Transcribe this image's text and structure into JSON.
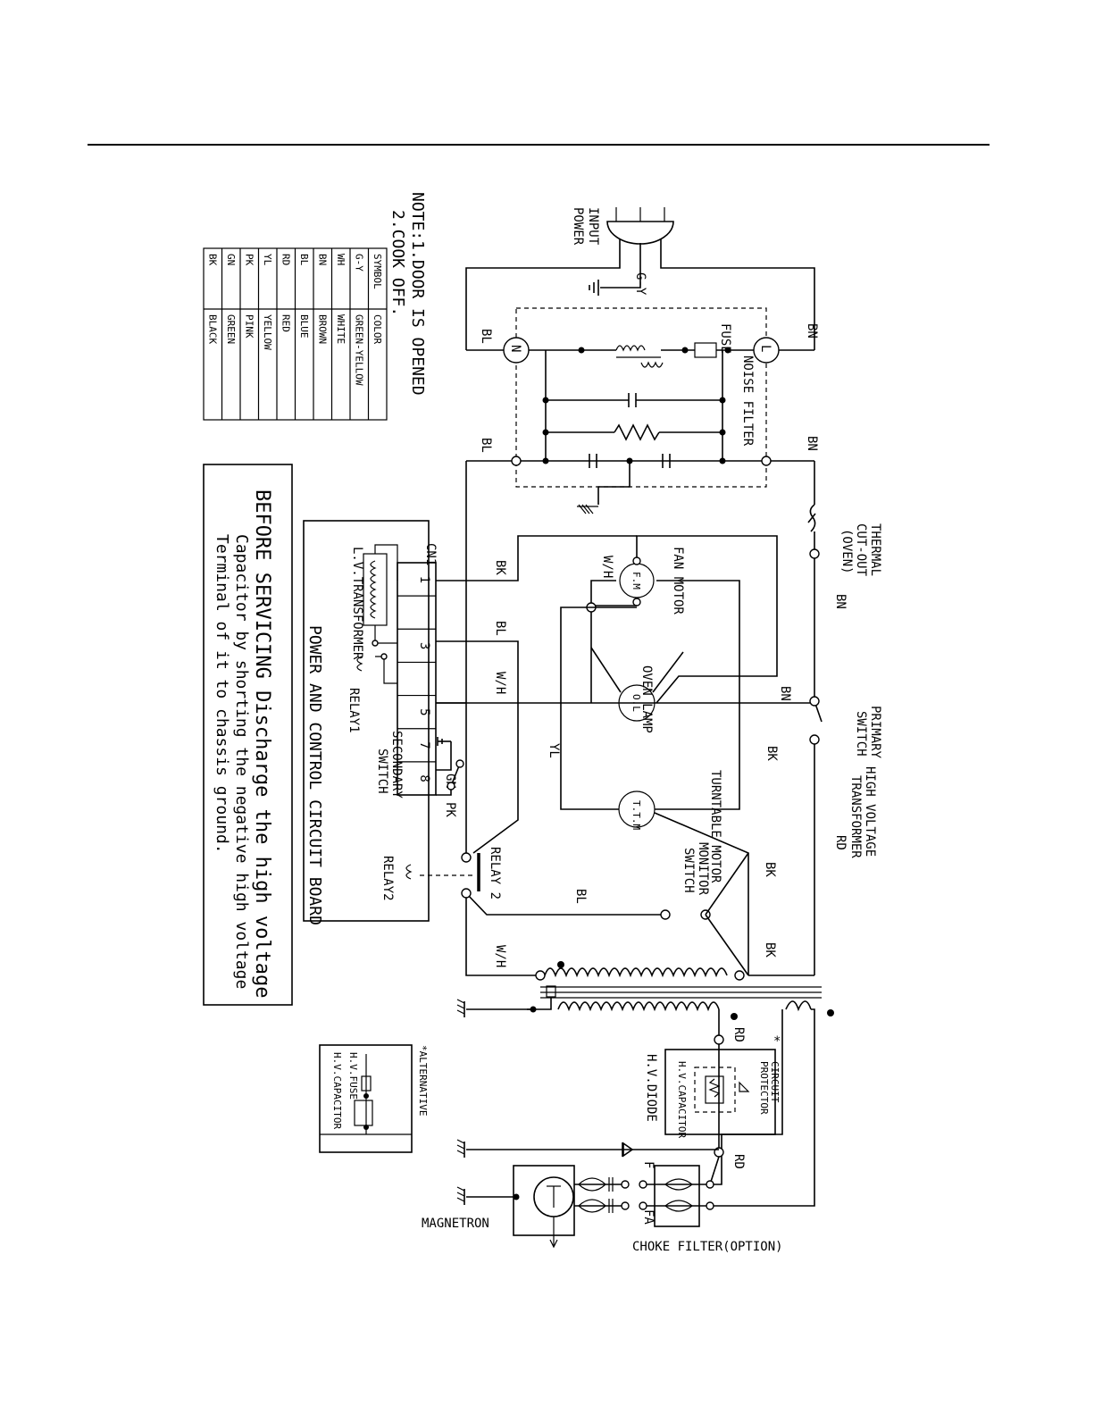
{
  "labels": {
    "input_power": [
      "INPUT",
      "POWER"
    ],
    "g_y": "G-Y",
    "bl": "BL",
    "bn": "BN",
    "bk": "BK",
    "wh": "W/H",
    "yl": "YL",
    "rd": "RD",
    "gn": "GN",
    "pk": "PK",
    "fuse": "FUSE",
    "noise_filter": "NOISE FILTER",
    "n_term": "N",
    "l_term": "L",
    "thermal_cutout": [
      "THERMAL",
      "CUT-OUT",
      "(OVEN)"
    ],
    "fan_motor": "FAN  MOTOR",
    "fm": "F.M",
    "oven_lamp": "OVEN LAMP",
    "ol": "O.L",
    "turntable_motor": "TURNTABLE  MOTOR",
    "ttm": "T.T.M",
    "primary_switch": [
      "PRIMARY",
      "SWITCH"
    ],
    "monitor_switch": [
      "MONITOR",
      "SWITCH"
    ],
    "secondary_switch": [
      "SECONDARY",
      "SWITCH"
    ],
    "relay1": "RELAY1",
    "relay2": "RELAY2",
    "relay_2": "RELAY 2",
    "cn1": "CN1",
    "lv_transformer": "L.V.TRANSFORMER",
    "pins": [
      "1",
      "3",
      "5",
      "7",
      "8"
    ],
    "board": "POWER AND CONTROL CIRCUIT BOARD",
    "hv_transformer": [
      "HIGH VOLTAGE",
      "TRANSFORMER"
    ],
    "circuit_protector": [
      "CIRCUIT",
      "PROTECTOR"
    ],
    "hv_capacitor": "H.V.CAPACITOR",
    "hv_diode": "H.V.DIODE",
    "magnetron": "MAGNETRON",
    "f": "F",
    "fa": "FA",
    "choke_filter": "CHOKE FILTER(OPTION)",
    "alternative": "*ALTERNATIVE",
    "hv_fuse": "H.V.FUSE",
    "star": "*"
  },
  "note": {
    "line1": "NOTE:1.DOOR IS OPENED",
    "line2": "2.COOK OFF."
  },
  "color_table": {
    "headers": [
      "SYMBOL",
      "COLOR"
    ],
    "rows": [
      [
        "G-Y",
        "GREEN-YELLOW"
      ],
      [
        "WH",
        "WHITE"
      ],
      [
        "BN",
        "BROWN"
      ],
      [
        "BL",
        "BLUE"
      ],
      [
        "RD",
        "RED"
      ],
      [
        "YL",
        "YELLOW"
      ],
      [
        "PK",
        "PINK"
      ],
      [
        "GN",
        "GREEN"
      ],
      [
        "BK",
        "BLACK"
      ]
    ]
  },
  "warning": {
    "line1": "BEFORE SERVICING Discharge the high voltage",
    "line2": "Capacitor by shorting the negative high voltage",
    "line3": "Terminal of it to chassis ground."
  }
}
